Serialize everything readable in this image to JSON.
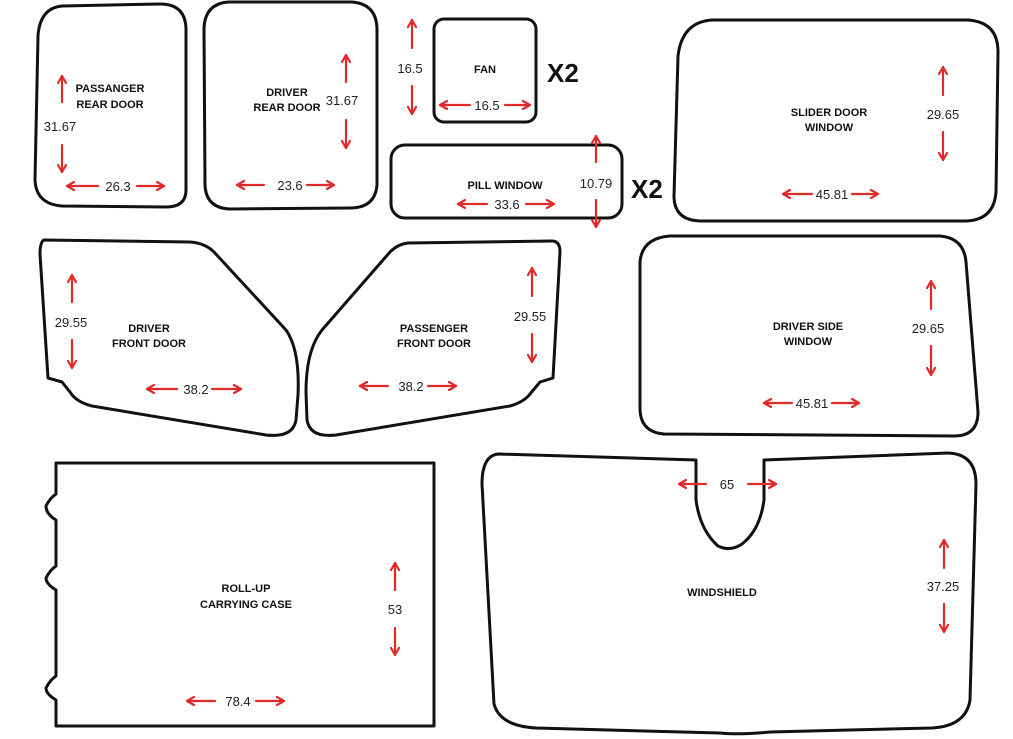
{
  "colors": {
    "outline": "#111111",
    "arrow": "#e02a2a",
    "text": "#111111",
    "background": "#ffffff"
  },
  "pieces": {
    "passenger_rear_door": {
      "label_line1": "PASSANGER",
      "label_line2": "REAR DOOR",
      "height": "31.67",
      "width": "26.3"
    },
    "driver_rear_door": {
      "label_line1": "DRIVER",
      "label_line2": "REAR DOOR",
      "height": "31.67",
      "width": "23.6"
    },
    "fan": {
      "label": "FAN",
      "height": "16.5",
      "width": "16.5",
      "multiplier": "X2"
    },
    "pill_window": {
      "label": "PILL WINDOW",
      "height": "10.79",
      "width": "33.6",
      "multiplier": "X2"
    },
    "slider_door_window": {
      "label_line1": "SLIDER DOOR",
      "label_line2": "WINDOW",
      "height": "29.65",
      "width": "45.81"
    },
    "driver_front_door": {
      "label_line1": "DRIVER",
      "label_line2": "FRONT DOOR",
      "height": "29.55",
      "width": "38.2"
    },
    "passenger_front_door": {
      "label_line1": "PASSENGER",
      "label_line2": "FRONT DOOR",
      "height": "29.55",
      "width": "38.2"
    },
    "driver_side_window": {
      "label_line1": "DRIVER SIDE",
      "label_line2": "WINDOW",
      "height": "29.65",
      "width": "45.81"
    },
    "rollup_case": {
      "label_line1": "ROLL-UP",
      "label_line2": "CARRYING CASE",
      "height": "53",
      "width": "78.4"
    },
    "windshield": {
      "label": "WINDSHIELD",
      "height": "37.25",
      "notch_width": "65"
    }
  }
}
